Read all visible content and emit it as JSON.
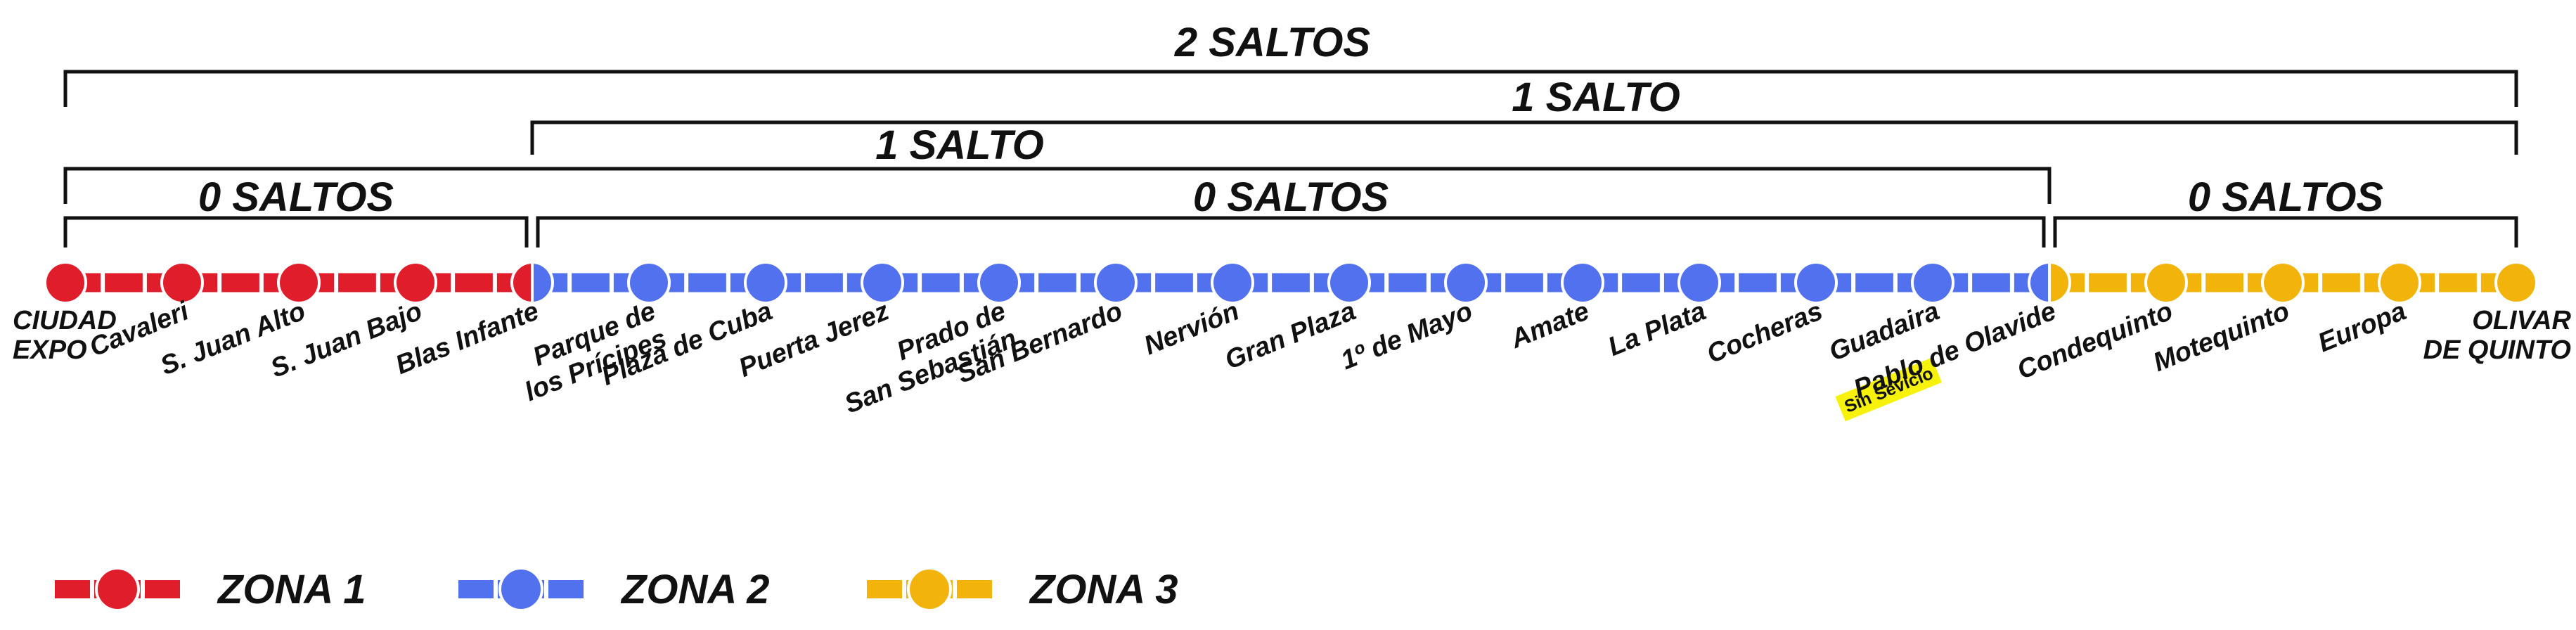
{
  "zones": [
    {
      "id": "z1",
      "name": "ZONA 1",
      "color": "#E01E2B"
    },
    {
      "id": "z2",
      "name": "ZONA 2",
      "color": "#5271EE"
    },
    {
      "id": "z3",
      "name": "ZONA 3",
      "color": "#F2B30A"
    }
  ],
  "stations": [
    {
      "name": "CIUDAD\nEXPO",
      "zone": "z1",
      "terminus": true
    },
    {
      "name": "Cavaleri",
      "zone": "z1"
    },
    {
      "name": "S. Juan Alto",
      "zone": "z1"
    },
    {
      "name": "S. Juan Bajo",
      "zone": "z1"
    },
    {
      "name": "Blas Infante",
      "zone": "z1",
      "zone2": "z2"
    },
    {
      "name": "Parque de\nlos Prícipes",
      "zone": "z2"
    },
    {
      "name": "Plaza de Cuba",
      "zone": "z2"
    },
    {
      "name": "Puerta Jerez",
      "zone": "z2"
    },
    {
      "name": "Prado de\nSan Sebastián",
      "zone": "z2"
    },
    {
      "name": "San Bernardo",
      "zone": "z2"
    },
    {
      "name": "Nervión",
      "zone": "z2"
    },
    {
      "name": "Gran Plaza",
      "zone": "z2"
    },
    {
      "name": "1º de Mayo",
      "zone": "z2"
    },
    {
      "name": "Amate",
      "zone": "z2"
    },
    {
      "name": "La Plata",
      "zone": "z2"
    },
    {
      "name": "Cocheras",
      "zone": "z2"
    },
    {
      "name": "Guadaira",
      "zone": "z2",
      "badge": "Sin Sevicio"
    },
    {
      "name": "Pablo de Olavide",
      "zone": "z2",
      "zone2": "z3"
    },
    {
      "name": "Condequinto",
      "zone": "z3"
    },
    {
      "name": "Motequinto",
      "zone": "z3"
    },
    {
      "name": "Europa",
      "zone": "z3"
    },
    {
      "name": "OLIVAR\nDE QUINTO",
      "zone": "z3",
      "terminus": true
    }
  ],
  "hops": [
    {
      "label": "2 SALTOS",
      "from": 0,
      "to": 21
    },
    {
      "label": "1 SALTO",
      "from": 4,
      "to": 21
    },
    {
      "label": "1 SALTO",
      "from": 0,
      "to": 17
    },
    {
      "label": "0 SALTOS",
      "from": 0,
      "to": 4
    },
    {
      "label": "0 SALTOS",
      "from": 4,
      "to": 17
    },
    {
      "label": "0 SALTOS",
      "from": 17,
      "to": 21
    }
  ],
  "legend": [
    {
      "label": "ZONA 1",
      "zone": "z1"
    },
    {
      "label": "ZONA 2",
      "zone": "z2"
    },
    {
      "label": "ZONA 3",
      "zone": "z3"
    }
  ]
}
